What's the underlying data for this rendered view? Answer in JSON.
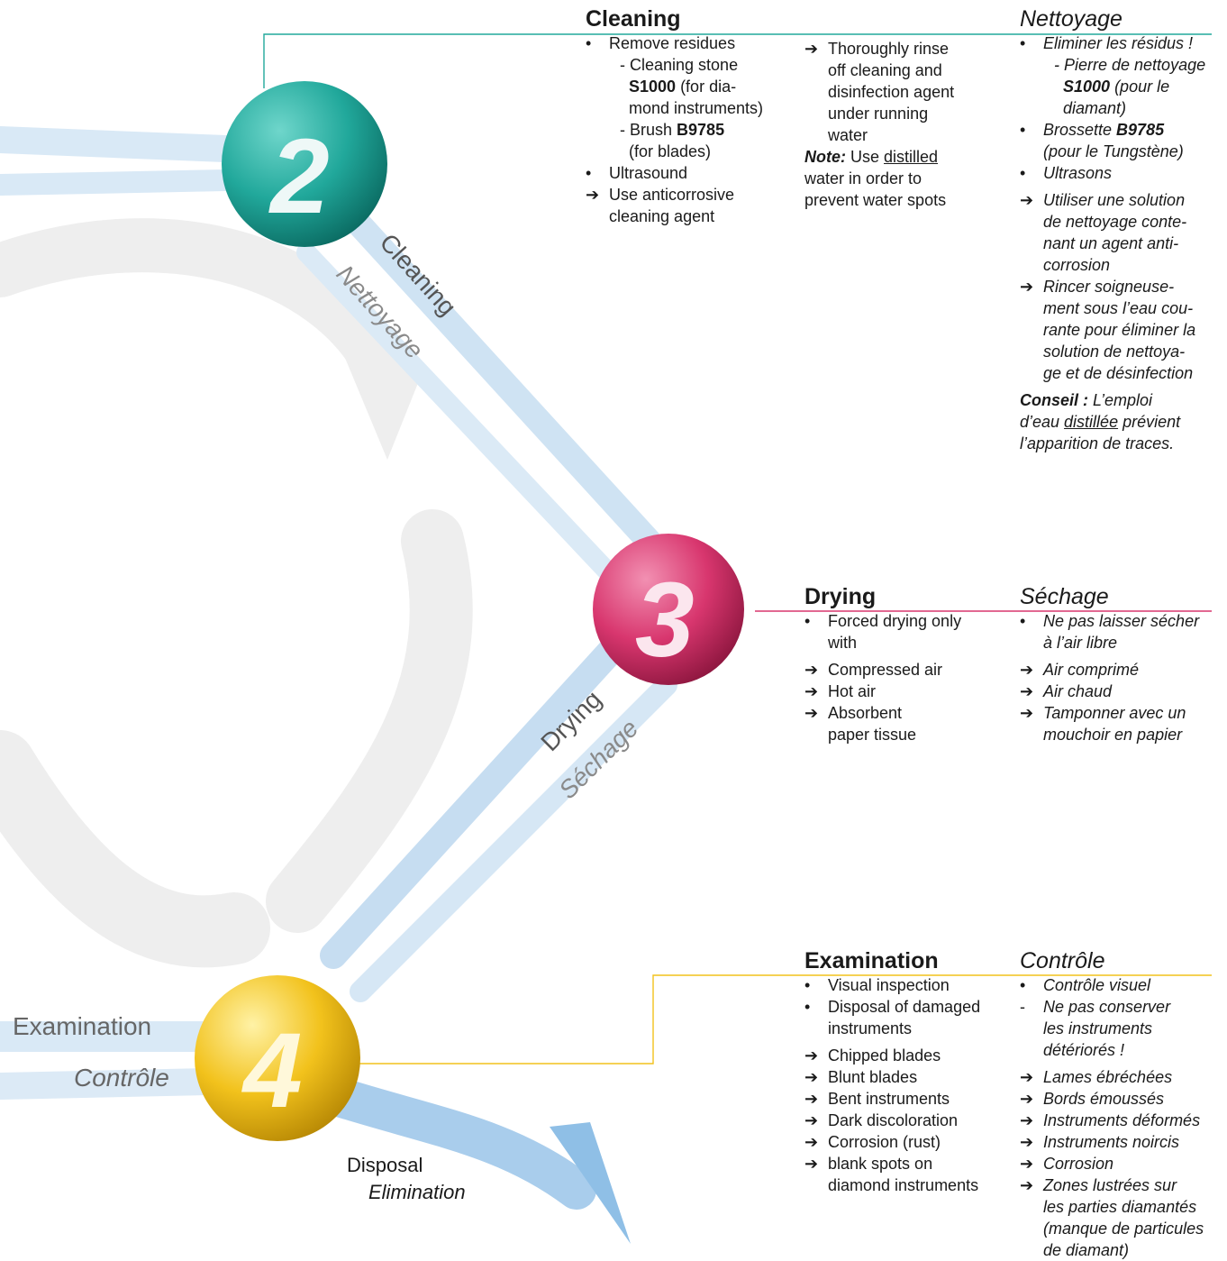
{
  "colors": {
    "teal": "#21a89b",
    "pink": "#d8366e",
    "yellow": "#f2c21c",
    "band": "#c9e0f2",
    "arc": "#ececec"
  },
  "steps": {
    "cleaning": {
      "number": "2",
      "path_en": "Cleaning",
      "path_fr": "Nettoyage"
    },
    "drying": {
      "number": "3",
      "path_en": "Drying",
      "path_fr": "Séchage"
    },
    "examination": {
      "number": "4",
      "path_en": "Examination",
      "path_fr": "Contrôle"
    },
    "disposal": {
      "en": "Disposal",
      "fr": "Elimination"
    }
  },
  "cleaning_en": {
    "heading": "Cleaning",
    "col1": {
      "b1": "Remove residues",
      "s1a": "- Cleaning stone",
      "s1b": "S1000",
      "s1c": " (for dia-",
      "s1d": "mond instruments)",
      "s2a": "- Brush ",
      "s2b": "B9785",
      "s2c": "(for blades)",
      "b2": "Ultrasound",
      "a1": "Use anticorrosive",
      "a1b": "cleaning agent"
    },
    "col2": {
      "a1": "Thoroughly rinse",
      "a1b": "off cleaning and",
      "a1c": "disinfection agent",
      "a1d": "under running",
      "a1e": "water",
      "note_label": "Note:",
      "note_a": " Use ",
      "note_u": "distilled",
      "note_b": "water in order to",
      "note_c": "prevent water spots"
    }
  },
  "cleaning_fr": {
    "heading": "Nettoyage",
    "b1": "Eliminer les résidus !",
    "s1a": "- Pierre de nettoyage",
    "s1b": "S1000",
    "s1c": " (pour le",
    "s1d": "diamant)",
    "b2a": "Brossette ",
    "b2b": "B9785",
    "b2c": "(pour le Tungstène)",
    "b3": "Ultrasons",
    "a1a": "Utiliser une solution",
    "a1b": "de nettoyage conte-",
    "a1c": "nant un agent anti-",
    "a1d": "corrosion",
    "a2a": "Rincer soigneuse-",
    "a2b": "ment sous l’eau cou-",
    "a2c": "rante pour éliminer la",
    "a2d": "solution de nettoya-",
    "a2e": "ge et de désinfection",
    "c_label": "Conseil :",
    "c_a": " L’emploi",
    "c_b": "d’eau ",
    "c_u": "distillée",
    "c_c": " prévient",
    "c_d": "l’apparition de traces."
  },
  "drying_en": {
    "heading": "Drying",
    "b1a": "Forced drying only",
    "b1b": "with",
    "a1": "Compressed air",
    "a2": "Hot air",
    "a3a": "Absorbent",
    "a3b": "paper tissue"
  },
  "drying_fr": {
    "heading": "Séchage",
    "b1a": "Ne pas laisser sécher",
    "b1b": "à l’air libre",
    "a1": "Air comprimé",
    "a2": "Air chaud",
    "a3a": "Tamponner avec un",
    "a3b": "mouchoir en papier"
  },
  "exam_en": {
    "heading": "Examination",
    "b1": "Visual inspection",
    "b2a": "Disposal of damaged",
    "b2b": "instruments",
    "a1": "Chipped blades",
    "a2": "Blunt blades",
    "a3": "Bent instruments",
    "a4": "Dark discoloration",
    "a5": "Corrosion (rust)",
    "a6a": "blank spots on",
    "a6b": "diamond instruments"
  },
  "exam_fr": {
    "heading": "Contrôle",
    "b1": "Contrôle visuel",
    "d1a": "Ne pas conserver",
    "d1b": "les instruments",
    "d1c": "détériorés !",
    "a1": "Lames ébréchées",
    "a2": "Bords émoussés",
    "a3": "Instruments déformés",
    "a4": "Instruments noircis",
    "a5": "Corrosion",
    "a6a": "Zones lustrées sur",
    "a6b": "les parties diamantés",
    "a6c": "(manque de particules",
    "a6d": "de diamant)"
  },
  "markers": {
    "bullet": "•",
    "arrow": "➔",
    "dash": "-"
  }
}
